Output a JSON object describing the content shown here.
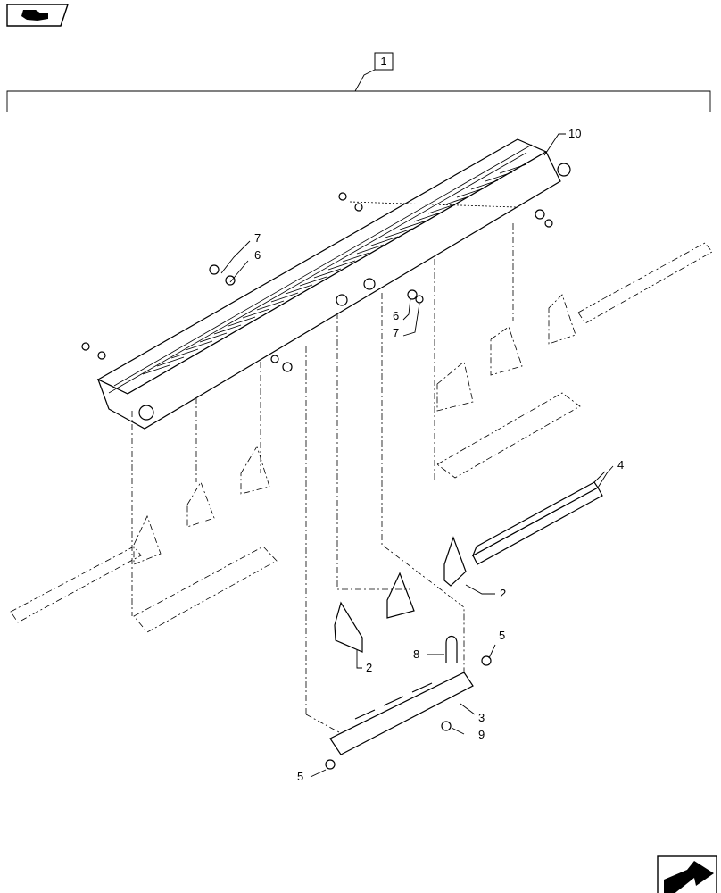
{
  "assembly_label": "1",
  "callouts": {
    "part_10": "10",
    "part_7_upper": "7",
    "part_6_upper": "6",
    "part_6_mid": "6",
    "part_7_mid": "7",
    "part_4": "4",
    "part_2_right": "2",
    "part_2_left": "2",
    "part_8": "8",
    "part_5_right": "5",
    "part_3": "3",
    "part_9": "9",
    "part_5_bottom": "5"
  },
  "icons": {
    "top_left": "manual-hand-icon",
    "bottom_right": "next-page-arrow-icon"
  }
}
